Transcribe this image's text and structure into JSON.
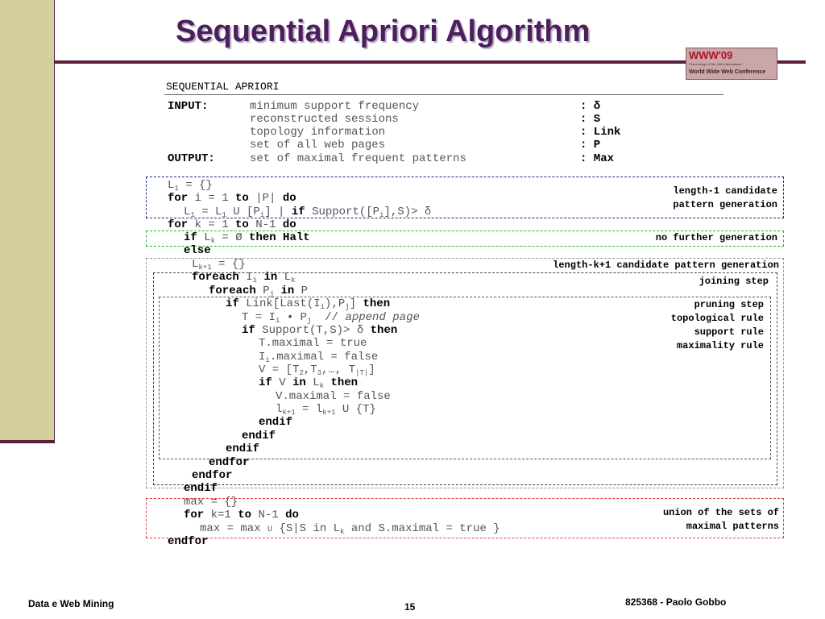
{
  "slide": {
    "title": "Sequential Apriori Algorithm",
    "logo": {
      "line1": "WWW'09",
      "line2": "Proceedings of the 18th International",
      "line3": "World Wide Web Conference"
    },
    "footer": {
      "left": "Data e Web Mining",
      "center": "15",
      "right": "825368 - Paolo Gobbo"
    }
  },
  "algo": {
    "header": "SEQUENTIAL APRIORI",
    "input_kw": "INPUT:",
    "output_kw": "OUTPUT:",
    "inputs": [
      {
        "desc": "minimum support frequency",
        "sym": ": δ"
      },
      {
        "desc": "reconstructed sessions",
        "sym": ": S"
      },
      {
        "desc": "topology information",
        "sym": ": Link"
      },
      {
        "desc": "set of all web pages",
        "sym": ": P"
      }
    ],
    "output": {
      "desc": "set of maximal frequent patterns",
      "sym": ": Max"
    },
    "line_for_k": "for k = 1 to N-1 do",
    "kw": {
      "for": "for",
      "to": "to",
      "do": "do",
      "if": "if",
      "then": "then",
      "halt": "then Halt",
      "else": "else",
      "foreach": "foreach",
      "in": "in",
      "endif": "endif",
      "endfor": "endfor"
    }
  },
  "annotations": {
    "length1": [
      "length-1 candidate",
      "pattern generation"
    ],
    "nofurther": "no further generation",
    "lengthk1": "length-k+1 candidate pattern generation",
    "joining": "joining step",
    "pruning": [
      "pruning step",
      "topological rule",
      "support rule",
      "maximality rule"
    ],
    "union": [
      "union of the sets of",
      "maximal patterns"
    ]
  },
  "colors": {
    "bar": "#d4d09e",
    "accent": "#5a1f3f",
    "title": "#4b1e5e",
    "blue_box": "#1a2a7a",
    "green_box": "#22bb22",
    "red_box": "#e03a3a",
    "grey_box": "#999999"
  }
}
